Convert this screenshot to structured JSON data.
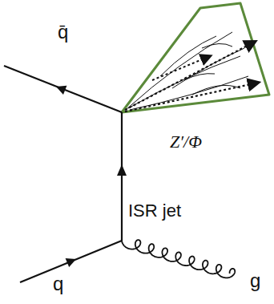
{
  "diagram": {
    "labels": [
      "q̄",
      "Z′/Φ",
      "ISR jet",
      "q",
      "g"
    ]
  }
}
